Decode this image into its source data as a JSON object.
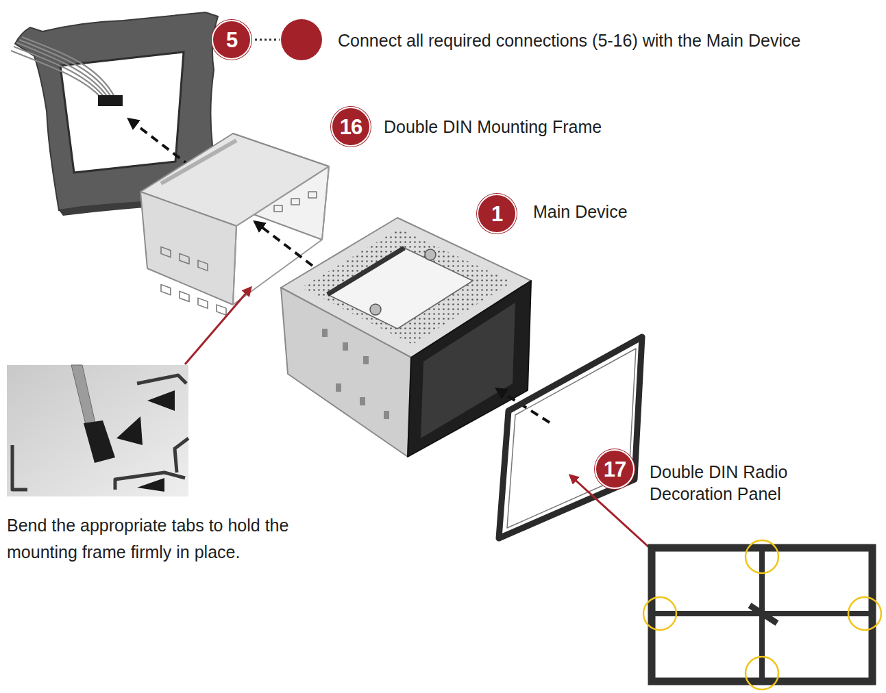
{
  "diagram": {
    "nodes": [
      {
        "text": [
          "5"
        ]
      },
      {
        "text": [
          "16"
        ]
      },
      {
        "text": [
          "1"
        ]
      },
      {
        "text": [
          "17"
        ]
      }
    ],
    "labels": [
      "Connect all required connections (5-16) with the Main Device",
      "Double DIN Mounting Frame",
      "Main Device",
      "Double DIN Radio Decoration Panel",
      "Bend the appropriate tabs to hold the mounting frame firmly in place."
    ]
  }
}
